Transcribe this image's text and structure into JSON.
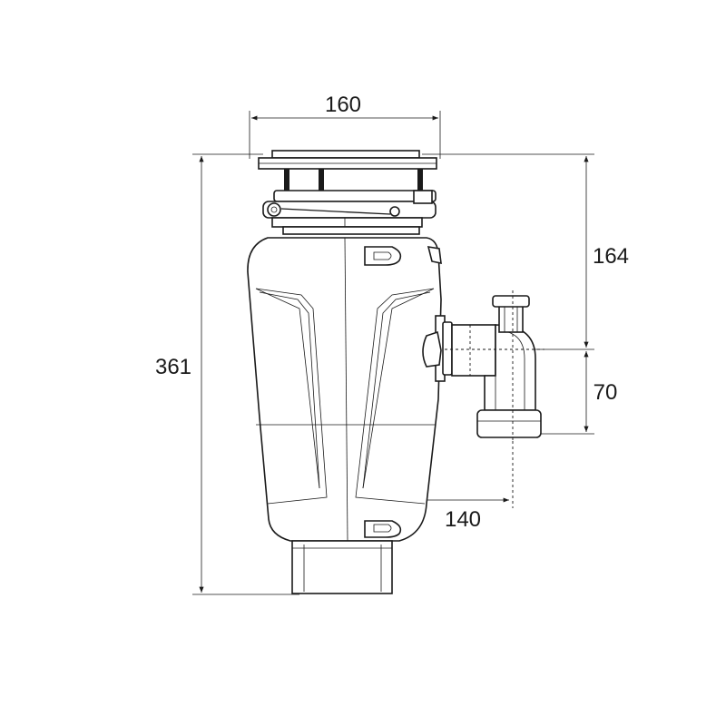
{
  "dimensions": {
    "width_top": "160",
    "height_total": "361",
    "height_to_outlet": "164",
    "outlet_drop": "70",
    "outlet_offset": "140"
  },
  "colors": {
    "line": "#1a1a1a",
    "background": "#ffffff"
  }
}
